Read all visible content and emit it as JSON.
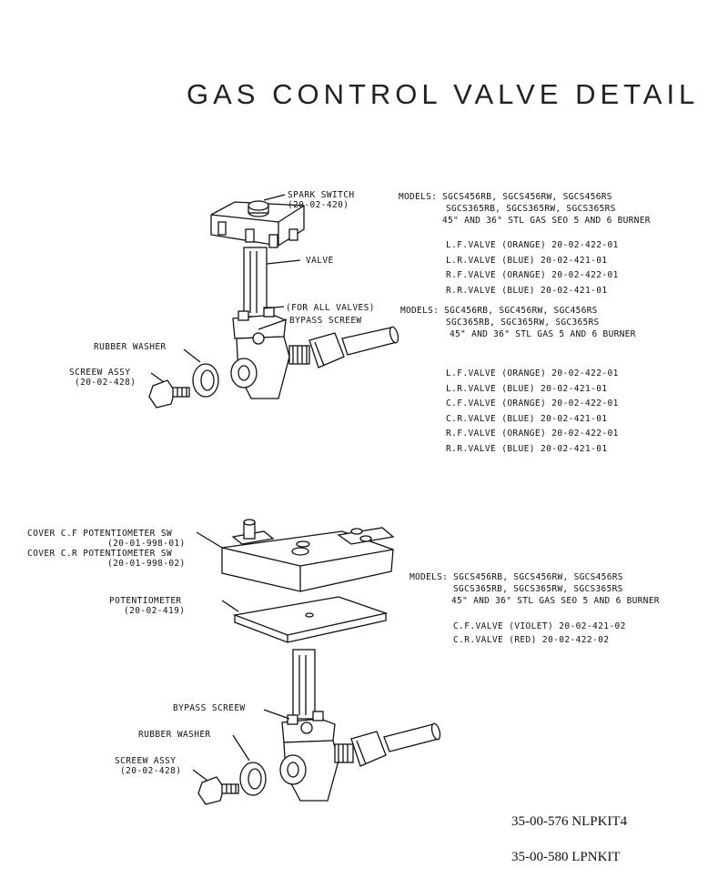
{
  "title": "GAS CONTROL VALVE DETAIL",
  "top_labels": {
    "spark_switch": "SPARK SWITCH",
    "spark_switch_pn": "(20-02-420)",
    "valve": "VALVE",
    "for_all_valves": "(FOR ALL VALVES)",
    "bypass_screw": "BYPASS SCREEW",
    "rubber_washer": "RUBBER WASHER",
    "screw_assy": "SCREEW ASSY",
    "screw_assy_pn": "(20-02-428)"
  },
  "top_group_1": {
    "models": [
      "MODELS: SGCS456RB, SGCS456RW, SGCS456RS",
      "SGCS365RB, SGCS365RW, SGCS365RS",
      "45\" AND 36\" STL GAS SEO 5 AND 6 BURNER"
    ],
    "valves": [
      "L.F.VALVE (ORANGE) 20-02-422-01",
      "L.R.VALVE (BLUE) 20-02-421-01",
      "R.F.VALVE (ORANGE) 20-02-422-01",
      "R.R.VALVE (BLUE) 20-02-421-01"
    ]
  },
  "top_group_2": {
    "models": [
      "MODELS: SGC456RB, SGC456RW, SGC456RS",
      "SGC365RB, SGC365RW, SGC365RS",
      "45\" AND 36\" STL GAS 5 AND 6 BURNER"
    ],
    "valves": [
      "L.F.VALVE (ORANGE) 20-02-422-01",
      "L.R.VALVE (BLUE) 20-02-421-01",
      "C.F.VALVE (ORANGE) 20-02-422-01",
      "C.R.VALVE (BLUE) 20-02-421-01",
      "R.F.VALVE (ORANGE) 20-02-422-01",
      "R.R.VALVE (BLUE) 20-02-421-01"
    ]
  },
  "bottom_labels": {
    "cover_cf": "COVER C.F POTENTIOMETER SW",
    "cover_cf_pn": "(20-01-998-01)",
    "cover_cr": "COVER C.R POTENTIOMETER SW",
    "cover_cr_pn": "(20-01-998-02)",
    "potentiometer": "POTENTIOMETER",
    "potentiometer_pn": "(20-02-419)",
    "bypass_screw": "BYPASS SCREEW",
    "rubber_washer": "RUBBER WASHER",
    "screw_assy": "SCREEW ASSY",
    "screw_assy_pn": "(20-02-428)"
  },
  "bottom_group": {
    "models": [
      "MODELS: SGCS456RB, SGCS456RW, SGCS456RS",
      "SGCS365RB, SGCS365RW, SGCS365RS",
      "45\" AND 36\" STL GAS SEO 5 AND 6 BURNER"
    ],
    "valves": [
      "C.F.VALVE (VIOLET) 20-02-421-02",
      "C.R.VALVE (RED) 20-02-422-02"
    ]
  },
  "part_numbers": [
    "35-00-576  NLPKIT4",
    "35-00-580  LPNKIT"
  ]
}
